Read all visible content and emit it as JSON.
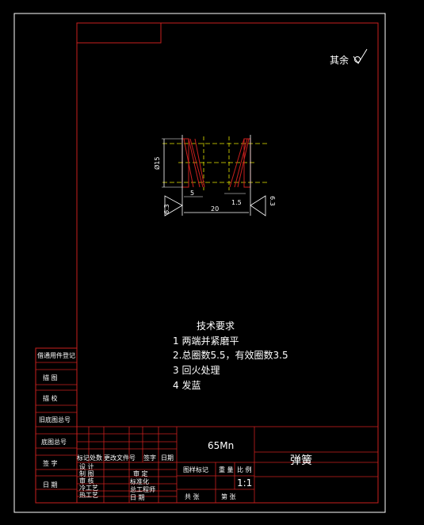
{
  "surface_finish": {
    "label": "其余",
    "symbol": "finish-check-icon"
  },
  "drawing": {
    "diameter_label": "Ø15",
    "width_label": "5",
    "pitch_label": "1.5",
    "length_label": "20",
    "roughness_left": "6.3",
    "roughness_right": "6.3"
  },
  "requirements": {
    "title": "技术要求",
    "items": [
      "1 两端并紧磨平",
      "2.总圈数5.5，有效圈数3.5",
      "3 回火处理",
      "4 发蓝"
    ]
  },
  "side_column": {
    "rows": [
      "借通用件登记",
      "描  图",
      "描  校",
      "旧底图总号",
      "底图总号",
      "签  字",
      "日  期"
    ]
  },
  "title_block": {
    "material": "65Mn",
    "part_name": "弹簧",
    "rev_headers": [
      "标记",
      "处数",
      "更改文件号",
      "签字",
      "日期"
    ],
    "roles": [
      "设  计",
      "制  图",
      "审  核",
      "冷工艺",
      "热工艺"
    ],
    "roles2": [
      "审  定",
      "标准化",
      "总工程师",
      "日  期"
    ],
    "stage_label": "图样标记",
    "weight_label": "重  量",
    "scale_label": "比  例",
    "scale_value": "1:1",
    "sheets_total": "共    张",
    "sheet_num": "第    张"
  },
  "colors": {
    "frame": "#c8201e",
    "outer": "#ffffff",
    "hatch": "#c8201e",
    "center": "#e8e800",
    "bg": "#000000"
  }
}
